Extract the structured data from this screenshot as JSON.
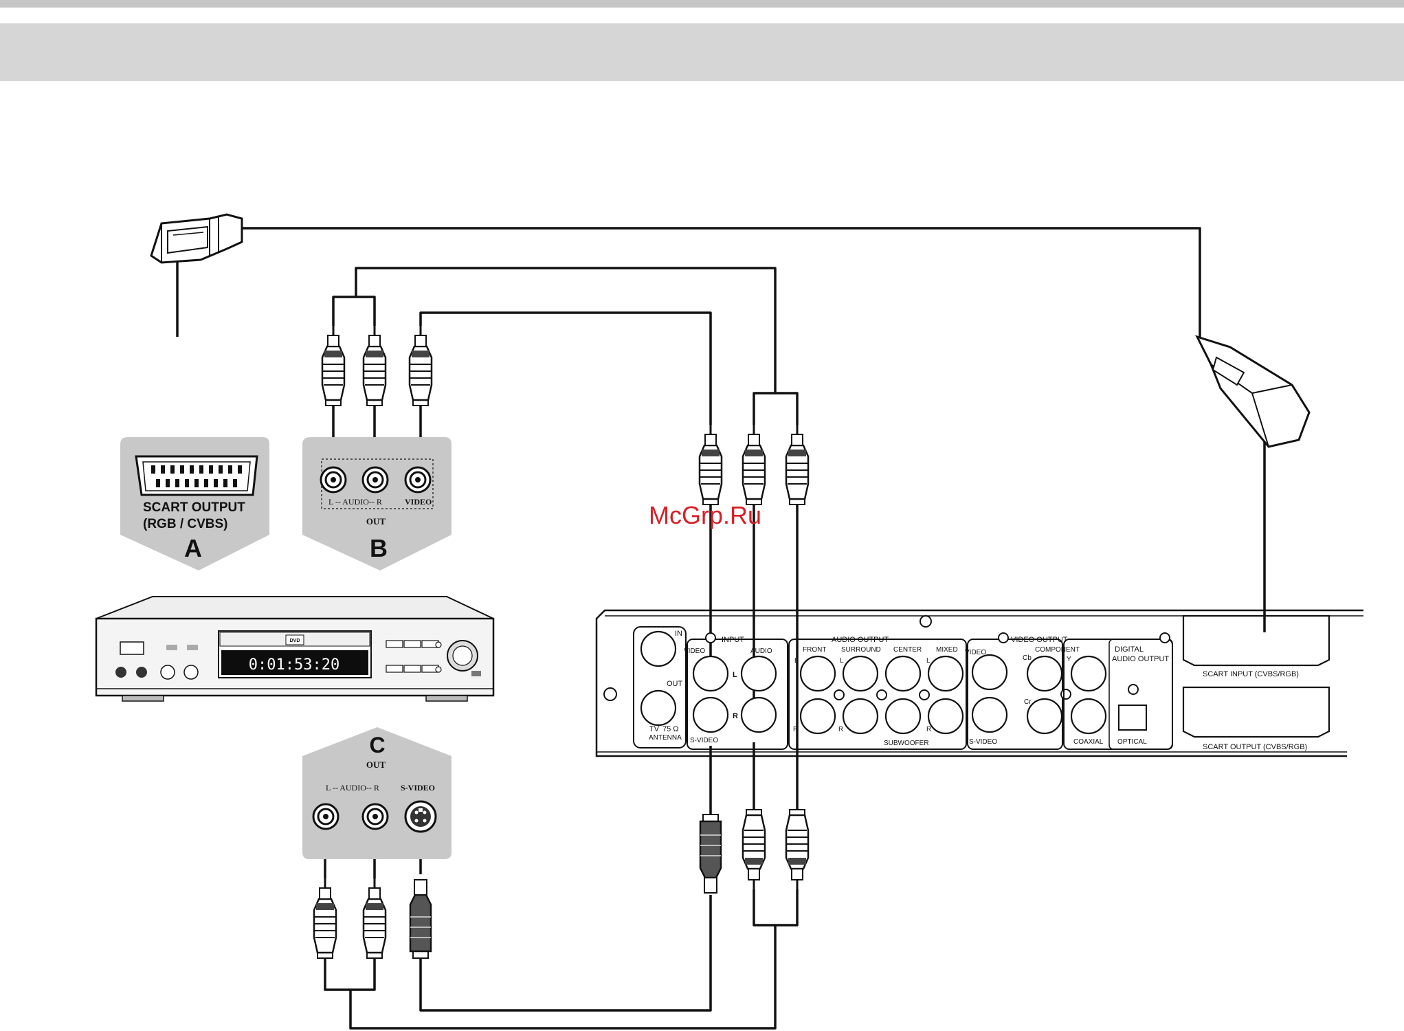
{
  "panel_a": {
    "title": "SCART OUTPUT",
    "subtitle": "(RGB / CVBS)",
    "letter": "A"
  },
  "panel_b": {
    "audio": "L -- AUDIO-- R",
    "video": "VIDEO",
    "out": "OUT",
    "letter": "B"
  },
  "panel_c": {
    "letter": "C",
    "out": "OUT",
    "audio": "L -- AUDIO-- R",
    "svideo": "S-VIDEO"
  },
  "watermark": "McGrp.Ru",
  "player": {
    "display": "0:01:53:20",
    "logo": "DVD"
  },
  "rear": {
    "in": "IN",
    "out": "OUT",
    "tv": "TV",
    "ohm": "75 Ω",
    "antenna": "ANTENNA",
    "input": "INPUT",
    "video": "VIDEO",
    "audio": "AUDIO",
    "l": "L",
    "r": "R",
    "svideo": "S-VIDEO",
    "audio_output": "AUDIO  OUTPUT",
    "front": "FRONT",
    "surround": "SURROUND",
    "center": "CENTER",
    "mixed": "MIXED",
    "subwoofer": "SUBWOOFER",
    "video_output": "VIDEO  OUTPUT",
    "component": "COMPONENT",
    "cb": "Cb",
    "y": "Y",
    "cr": "Cr",
    "digital1": "DIGITAL",
    "digital2": "AUDIO OUTPUT",
    "coaxial": "COAXIAL",
    "optical": "OPTICAL",
    "scart_input": "SCART INPUT (CVBS/RGB)",
    "scart_output": "SCART OUTPUT (CVBS/RGB)"
  },
  "colors": {
    "panel": "#c8c8c8",
    "header": "#d6d6d6",
    "watermark": "#d81f26"
  }
}
